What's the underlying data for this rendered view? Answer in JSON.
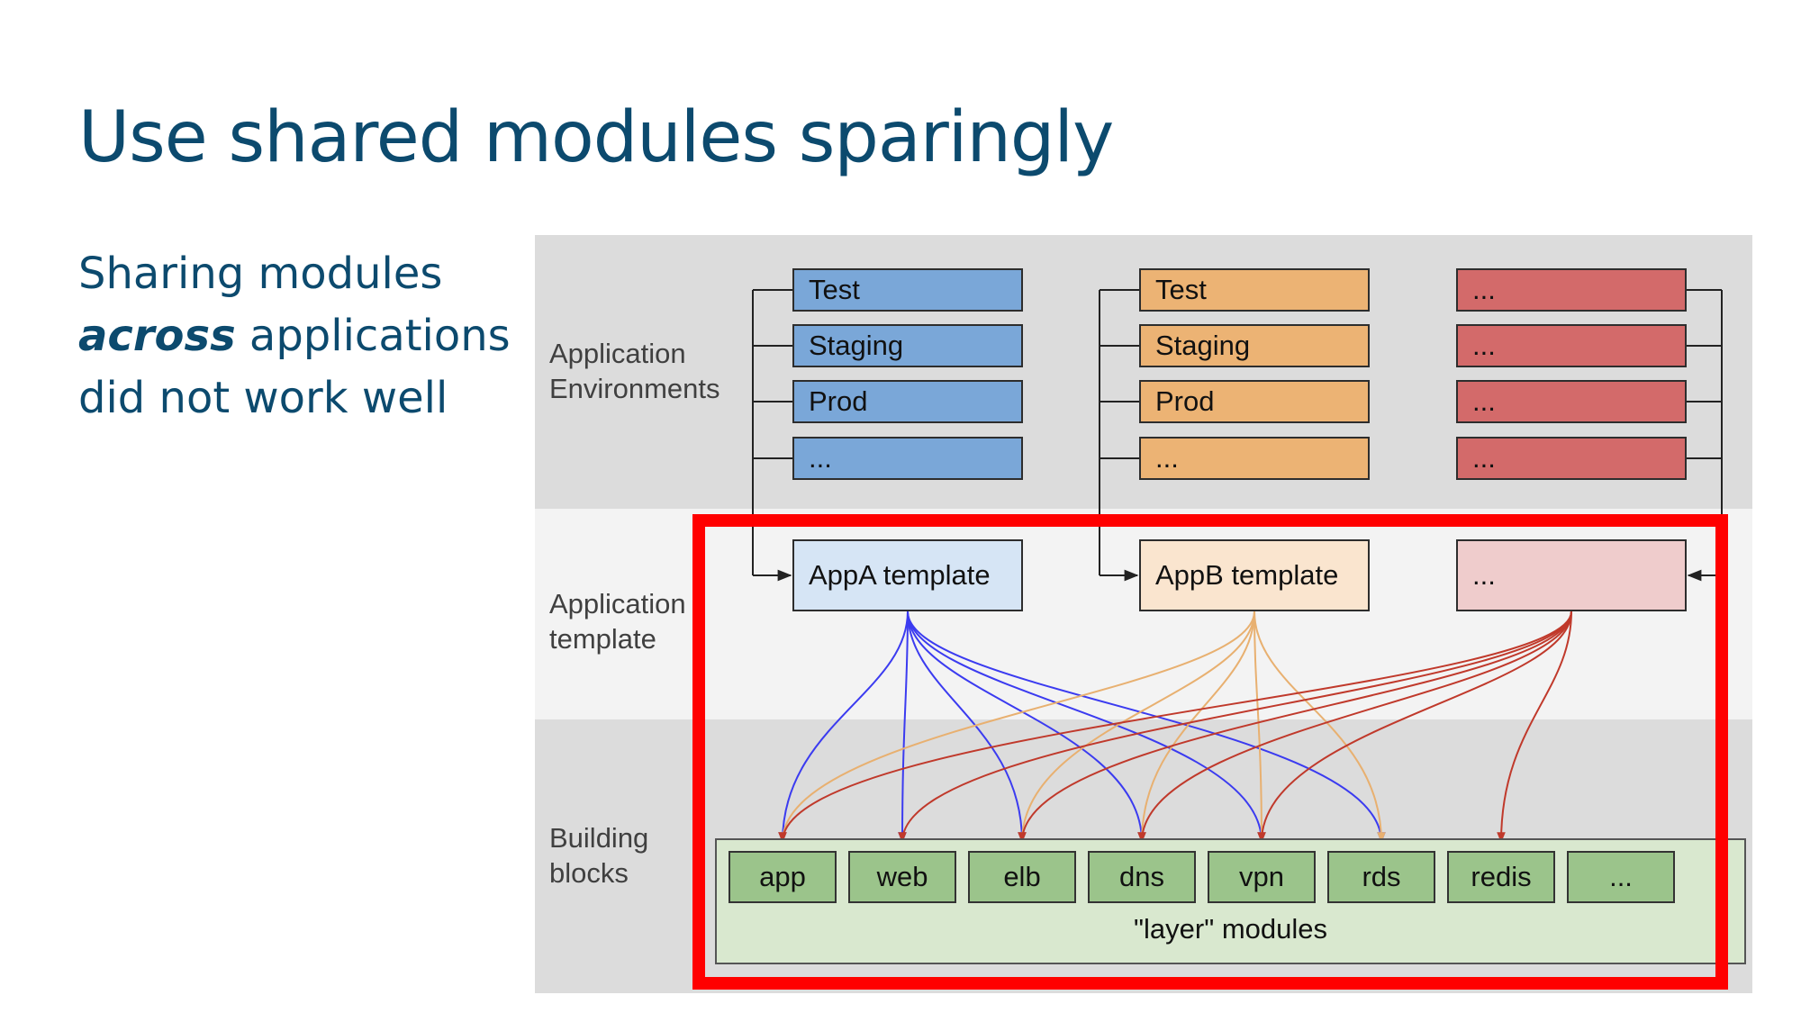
{
  "slide": {
    "title": "Use shared modules sparingly",
    "body": {
      "line1": "Sharing modules",
      "emph": "across",
      "line2_rest": " applications",
      "line3": "did not work well"
    }
  },
  "diagram": {
    "layers": {
      "environments": "Application\nEnvironments",
      "template": "Application\ntemplate",
      "blocks": "Building\nblocks"
    },
    "environments": {
      "appA": [
        "Test",
        "Staging",
        "Prod",
        "..."
      ],
      "appB": [
        "Test",
        "Staging",
        "Prod",
        "..."
      ],
      "appC": [
        "...",
        "...",
        "...",
        "..."
      ]
    },
    "templates": [
      "AppA template",
      "AppB template",
      "..."
    ],
    "blocks": [
      "app",
      "web",
      "elb",
      "dns",
      "vpn",
      "rds",
      "redis",
      "..."
    ],
    "layer_modules_label": "\"layer\" modules",
    "links": {
      "appA": [
        0,
        1,
        2,
        3,
        4,
        5
      ],
      "appB": [
        0,
        2,
        3,
        4,
        5
      ],
      "appC": [
        0,
        1,
        2,
        3,
        4,
        6
      ]
    },
    "colors": {
      "band_dark": "#dcdcdc",
      "band_light": "#f3f3f3",
      "link_blue": "#3b3bf0",
      "link_orange": "#e8b070",
      "link_red": "#c0392b",
      "highlight": "#ff0000"
    }
  }
}
